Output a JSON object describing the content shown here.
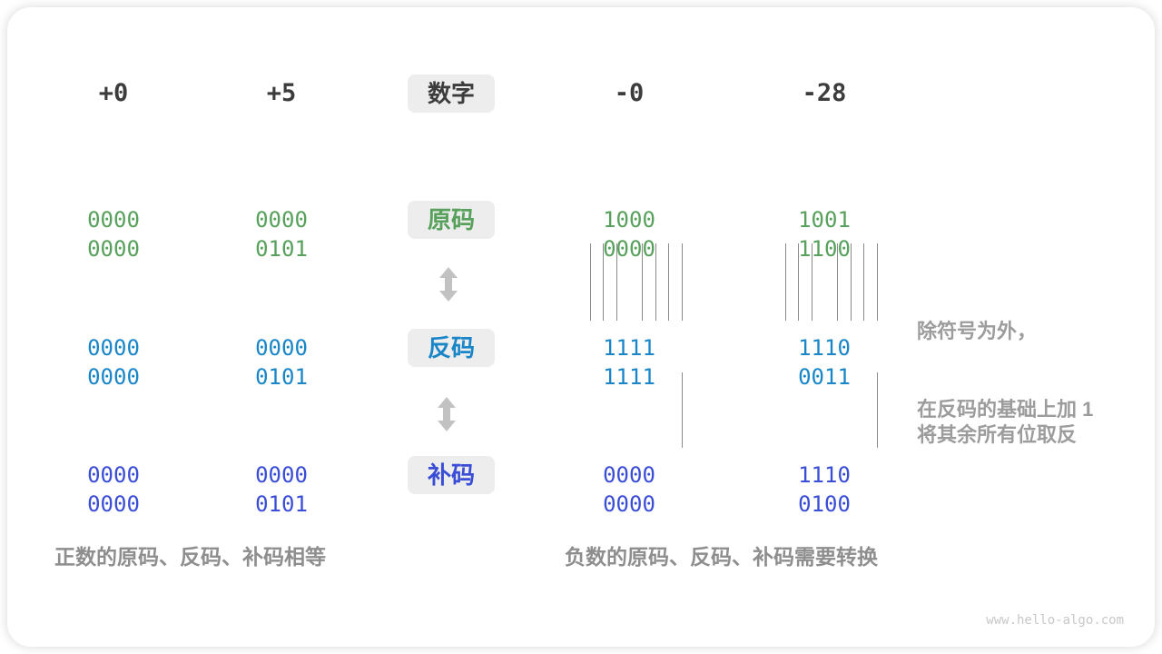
{
  "header": {
    "label": "数字",
    "numbers": [
      "+0",
      "+5",
      "-0",
      "-28"
    ]
  },
  "rows": [
    {
      "name": "sign-magnitude",
      "label": "原码",
      "color": "#58a15c",
      "values": [
        "0000 0000",
        "0000 0101",
        "1000 0000",
        "1001 1100"
      ]
    },
    {
      "name": "ones-complement",
      "label": "反码",
      "color": "#1a86c8",
      "values": [
        "0000 0000",
        "0000 0101",
        "1111 1111",
        "1110 0011"
      ]
    },
    {
      "name": "twos-complement",
      "label": "补码",
      "color": "#3a4dd6",
      "values": [
        "0000 0000",
        "0000 0101",
        "0000 0000",
        "1110 0100"
      ]
    }
  ],
  "annotations": {
    "invert_line1": "除符号为外，",
    "invert_line2": "将其余所有位取反",
    "add_one": "在反码的基础上加 1"
  },
  "captions": {
    "positive": "正数的原码、反码、补码相等",
    "negative": "负数的原码、反码、补码需要转换"
  },
  "icons": {
    "updown_arrow": "double-headed vertical arrow"
  },
  "colors": {
    "header_text": "#3c3c3c",
    "sign_magnitude": "#58a15c",
    "ones_complement": "#1a86c8",
    "twos_complement": "#3a4dd6",
    "annotation_gray": "#9c9c9c",
    "caption_gray": "#8e8e8e",
    "label_box_bg": "#ededed",
    "arrow_gray": "#c2c2c2",
    "connector_line": "#8a8a8a",
    "watermark_gray": "#c8c8c8"
  },
  "watermark": "www.hello-algo.com"
}
